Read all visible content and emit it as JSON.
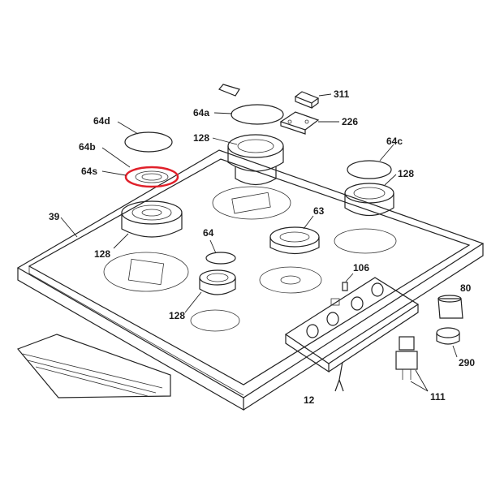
{
  "labels": {
    "l311": "311",
    "l64a": "64a",
    "l226": "226",
    "l64d": "64d",
    "l128a": "128",
    "l64b": "64b",
    "l64c": "64c",
    "l64s": "64s",
    "l128b": "128",
    "l39": "39",
    "l63": "63",
    "l64": "64",
    "l128c": "128",
    "l106": "106",
    "l80": "80",
    "l128d": "128",
    "l290": "290",
    "l111": "111",
    "l12x": "12"
  },
  "colors": {
    "line": "#222222",
    "highlight": "#e0202a",
    "background": "#ffffff"
  }
}
